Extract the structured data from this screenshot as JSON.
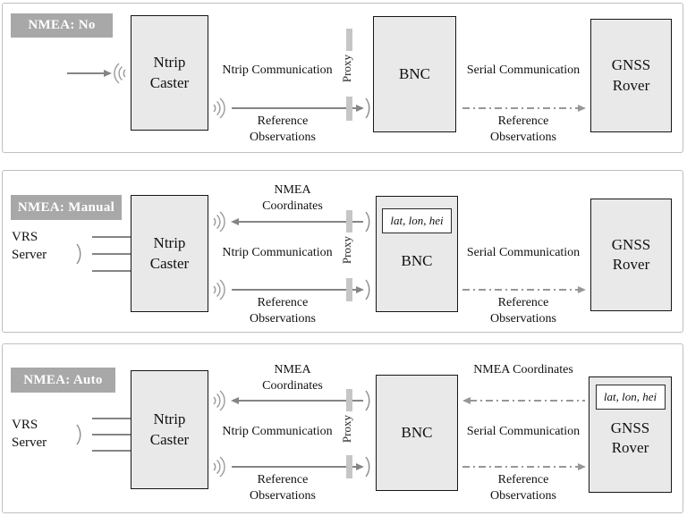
{
  "colors": {
    "box_fill": "#e9e9e9",
    "badge_bg": "#a8a8a8",
    "line_gray": "#858585",
    "proxy_bar": "#c6c6c6"
  },
  "panels": [
    {
      "badge": "NMEA: No",
      "caster": "Ntrip Caster",
      "bnc": "BNC",
      "rover": "GNSS Rover",
      "proxy": "Proxy",
      "ntrip_link": "Ntrip Communication",
      "ntrip_payload": "Reference Observations",
      "serial_link": "Serial Communication",
      "serial_payload": "Reference Observations"
    },
    {
      "badge": "NMEA: Manual",
      "vrs": "VRS Server",
      "caster": "Ntrip Caster",
      "bnc": "BNC",
      "bnc_coords": "lat, lon, hei",
      "rover": "GNSS Rover",
      "proxy": "Proxy",
      "nmea_link": "NMEA Coordinates",
      "ntrip_link": "Ntrip Communication",
      "ntrip_payload": "Reference Observations",
      "serial_link": "Serial Communication",
      "serial_payload": "Reference Observations"
    },
    {
      "badge": "NMEA: Auto",
      "vrs": "VRS Server",
      "caster": "Ntrip Caster",
      "bnc": "BNC",
      "rover": "GNSS Rover",
      "rover_coords": "lat, lon, hei",
      "proxy": "Proxy",
      "nmea_link": "NMEA Coordinates",
      "nmea_link_right": "NMEA Coordinates",
      "ntrip_link": "Ntrip Communication",
      "ntrip_payload": "Reference Observations",
      "serial_link": "Serial Communication",
      "serial_payload": "Reference Observations"
    }
  ]
}
